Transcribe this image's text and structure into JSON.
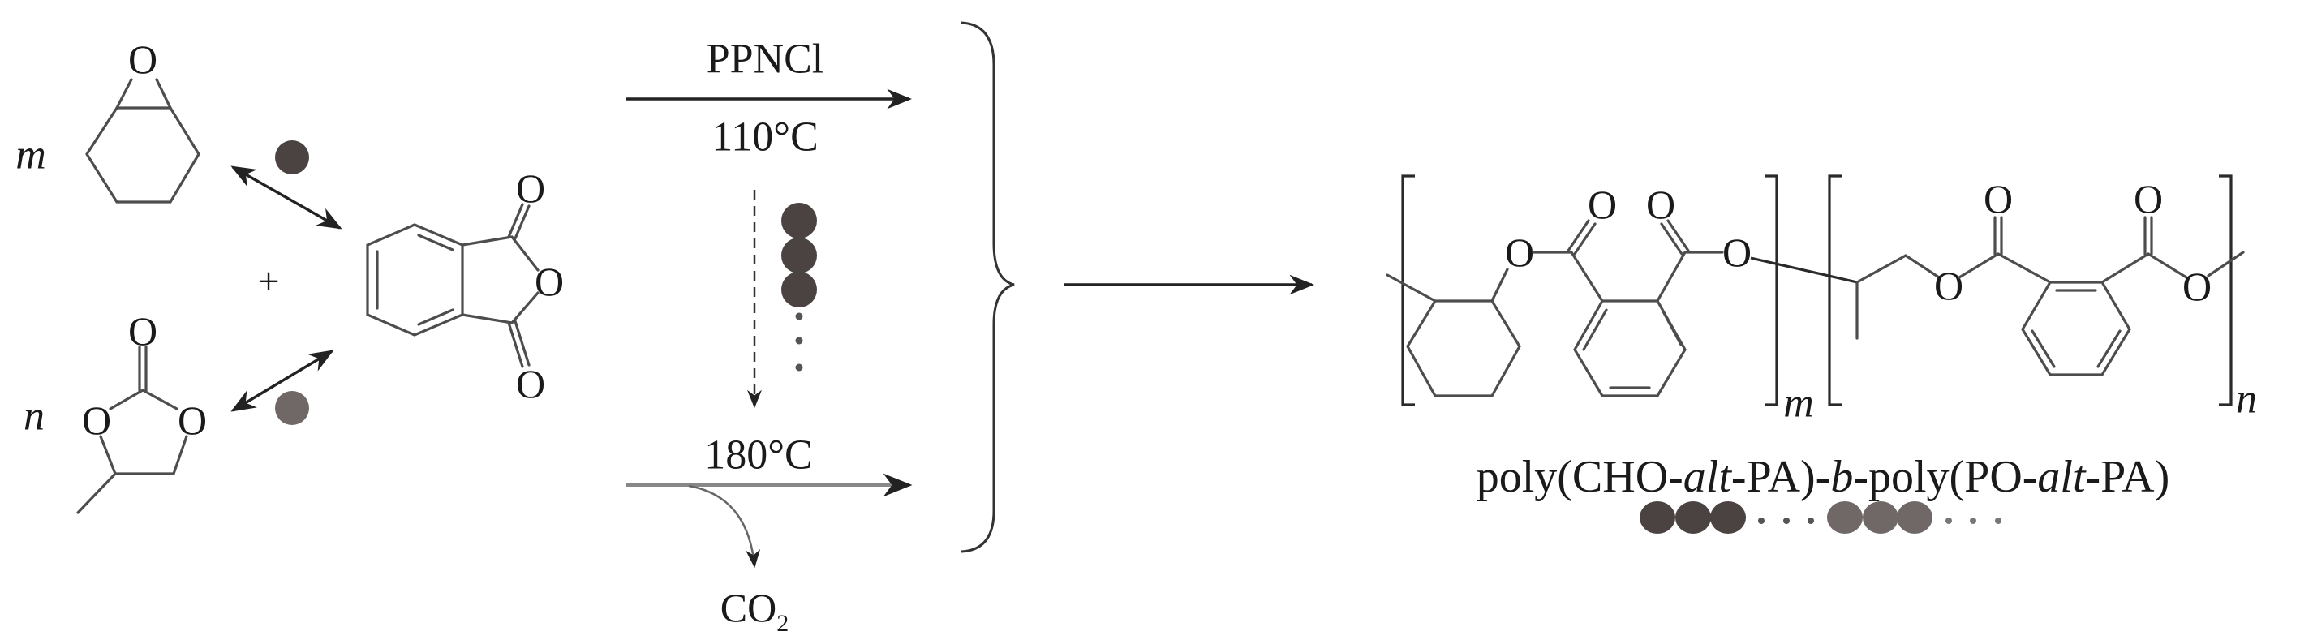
{
  "reactants": {
    "epoxide_coefficient": "m",
    "carbonate_coefficient": "n",
    "plus": "+",
    "oxygen_atom": "O"
  },
  "conditions": {
    "catalyst": "PPNCl",
    "temp_first": "110°C",
    "temp_second": "180°C",
    "byproduct_main": "CO",
    "byproduct_sub": "2"
  },
  "product": {
    "repeat_m": "m",
    "repeat_n": "n",
    "name_parts": [
      "poly(CHO-",
      "alt",
      "-PA)-",
      "b",
      "-poly(PO-",
      "alt",
      "-PA)"
    ]
  },
  "colors": {
    "cho_unit": "#4a4341",
    "po_unit": "#6f6867"
  }
}
